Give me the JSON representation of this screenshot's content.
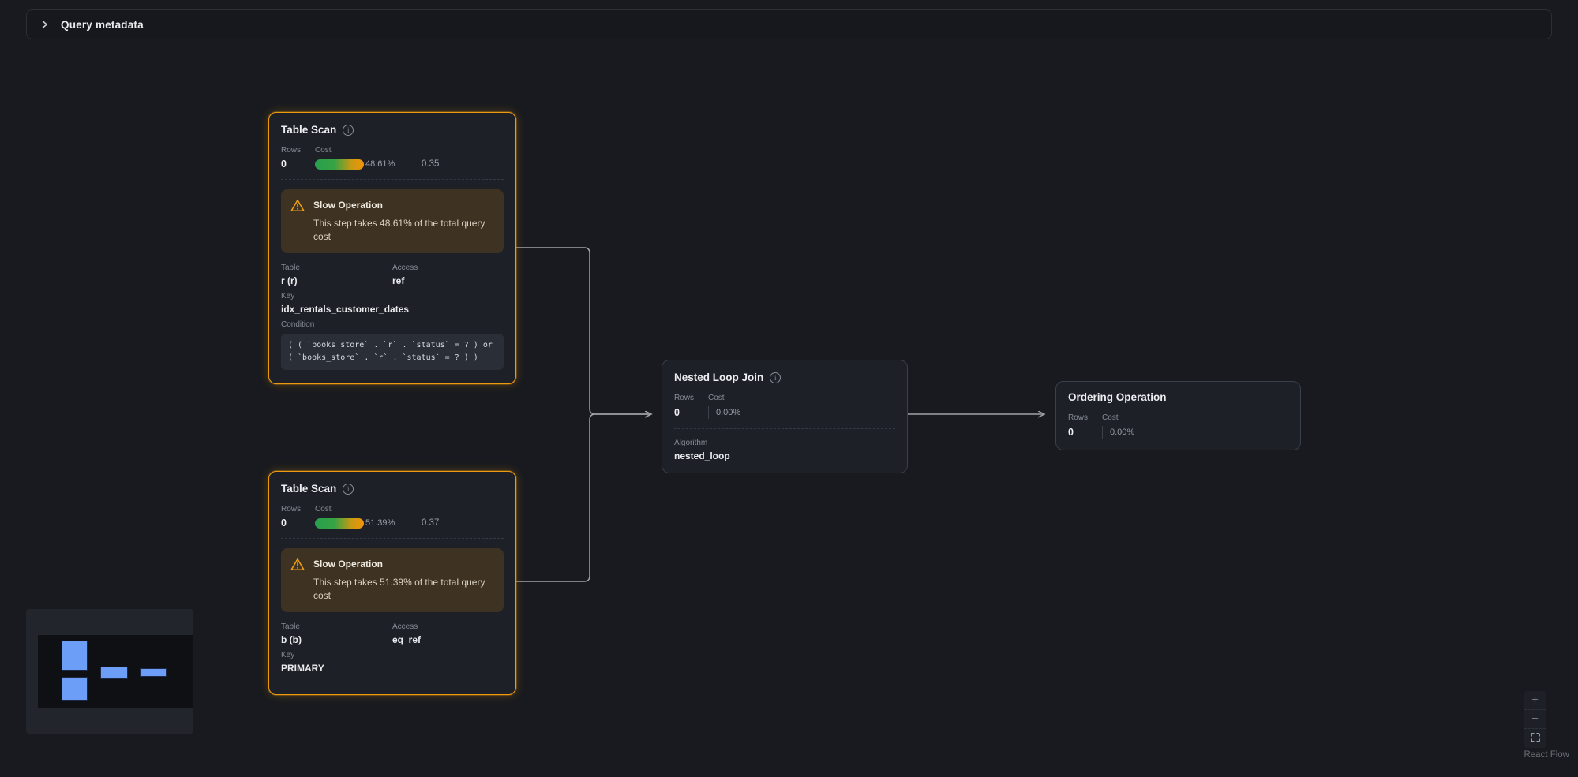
{
  "theme": {
    "page_bg": "#181a1f",
    "node_bg": "#1d2027",
    "node_border": "#3b3f47",
    "slow_node_border": "#ee9a0e",
    "warning_bg": "#3e3222",
    "warning_accent": "#f2a313",
    "label_color": "#868c94",
    "value_color": "#e8eaec",
    "edge_color": "#9fa1a9",
    "bar_gradient_start": "#27a04f",
    "bar_gradient_end": "#f0940a",
    "minimap_node_color": "#6d9ef7"
  },
  "icons": {
    "chevron_right": "›",
    "info": "i",
    "zoom_in": "+",
    "zoom_out": "−"
  },
  "header": {
    "title": "Query metadata"
  },
  "nodes": {
    "table_scan_1": {
      "title": "Table Scan",
      "rows_label": "Rows",
      "rows_value": "0",
      "cost_label": "Cost",
      "cost_pct": "48.61%",
      "cost_value": "0.35",
      "warning_title": "Slow Operation",
      "warning_text": "This step takes 48.61% of the total query cost",
      "table_label": "Table",
      "table_value": "r (r)",
      "access_label": "Access",
      "access_value": "ref",
      "key_label": "Key",
      "key_value": "idx_rentals_customer_dates",
      "condition_label": "Condition",
      "condition_value": "( ( `books_store` . `r` . `status` = ? ) or ( `books_store` . `r` . `status` = ? ) )"
    },
    "table_scan_2": {
      "title": "Table Scan",
      "rows_label": "Rows",
      "rows_value": "0",
      "cost_label": "Cost",
      "cost_pct": "51.39%",
      "cost_value": "0.37",
      "warning_title": "Slow Operation",
      "warning_text": "This step takes 51.39% of the total query cost",
      "table_label": "Table",
      "table_value": "b (b)",
      "access_label": "Access",
      "access_value": "eq_ref",
      "key_label": "Key",
      "key_value": "PRIMARY"
    },
    "nested_loop_join": {
      "title": "Nested Loop Join",
      "rows_label": "Rows",
      "rows_value": "0",
      "cost_label": "Cost",
      "cost_pct": "0.00%",
      "algorithm_label": "Algorithm",
      "algorithm_value": "nested_loop"
    },
    "ordering_operation": {
      "title": "Ordering Operation",
      "rows_label": "Rows",
      "rows_value": "0",
      "cost_label": "Cost",
      "cost_pct": "0.00%"
    }
  },
  "controls": {
    "attribution": "React Flow"
  }
}
